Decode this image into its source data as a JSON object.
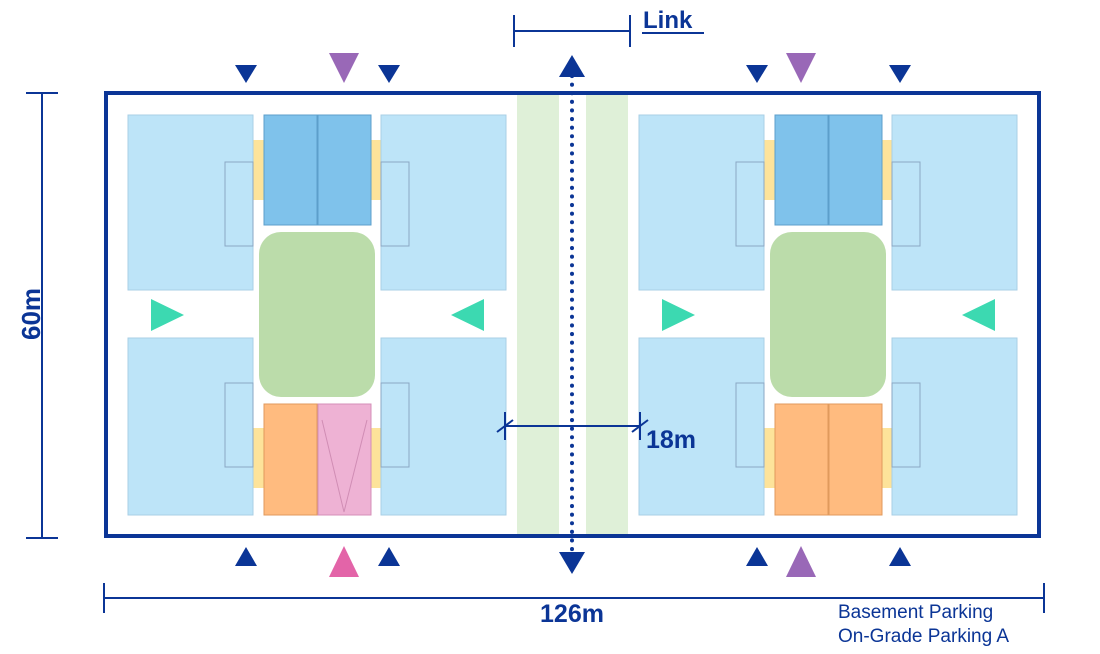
{
  "labels": {
    "link": "Link",
    "height": "60m",
    "width": "126m",
    "gap": "18m"
  },
  "legend": [
    "Basement Parking",
    "On-Grade Parking A"
  ],
  "colors": {
    "outline": "#0b3596",
    "building": "#bde4f8",
    "block_blue": "#7fc2eb",
    "courtyard": "#bbdcaa",
    "green_strip": "#dff0d8",
    "yellow_connector": "#fde39a",
    "orange_block": "#ffbb7f",
    "pink_block": "#eeb2d4",
    "teal_arrow": "#3cd9b1",
    "purple_arrow": "#9968b7",
    "magenta_arrow": "#e364a8",
    "navy_arrow": "#0b3596"
  }
}
